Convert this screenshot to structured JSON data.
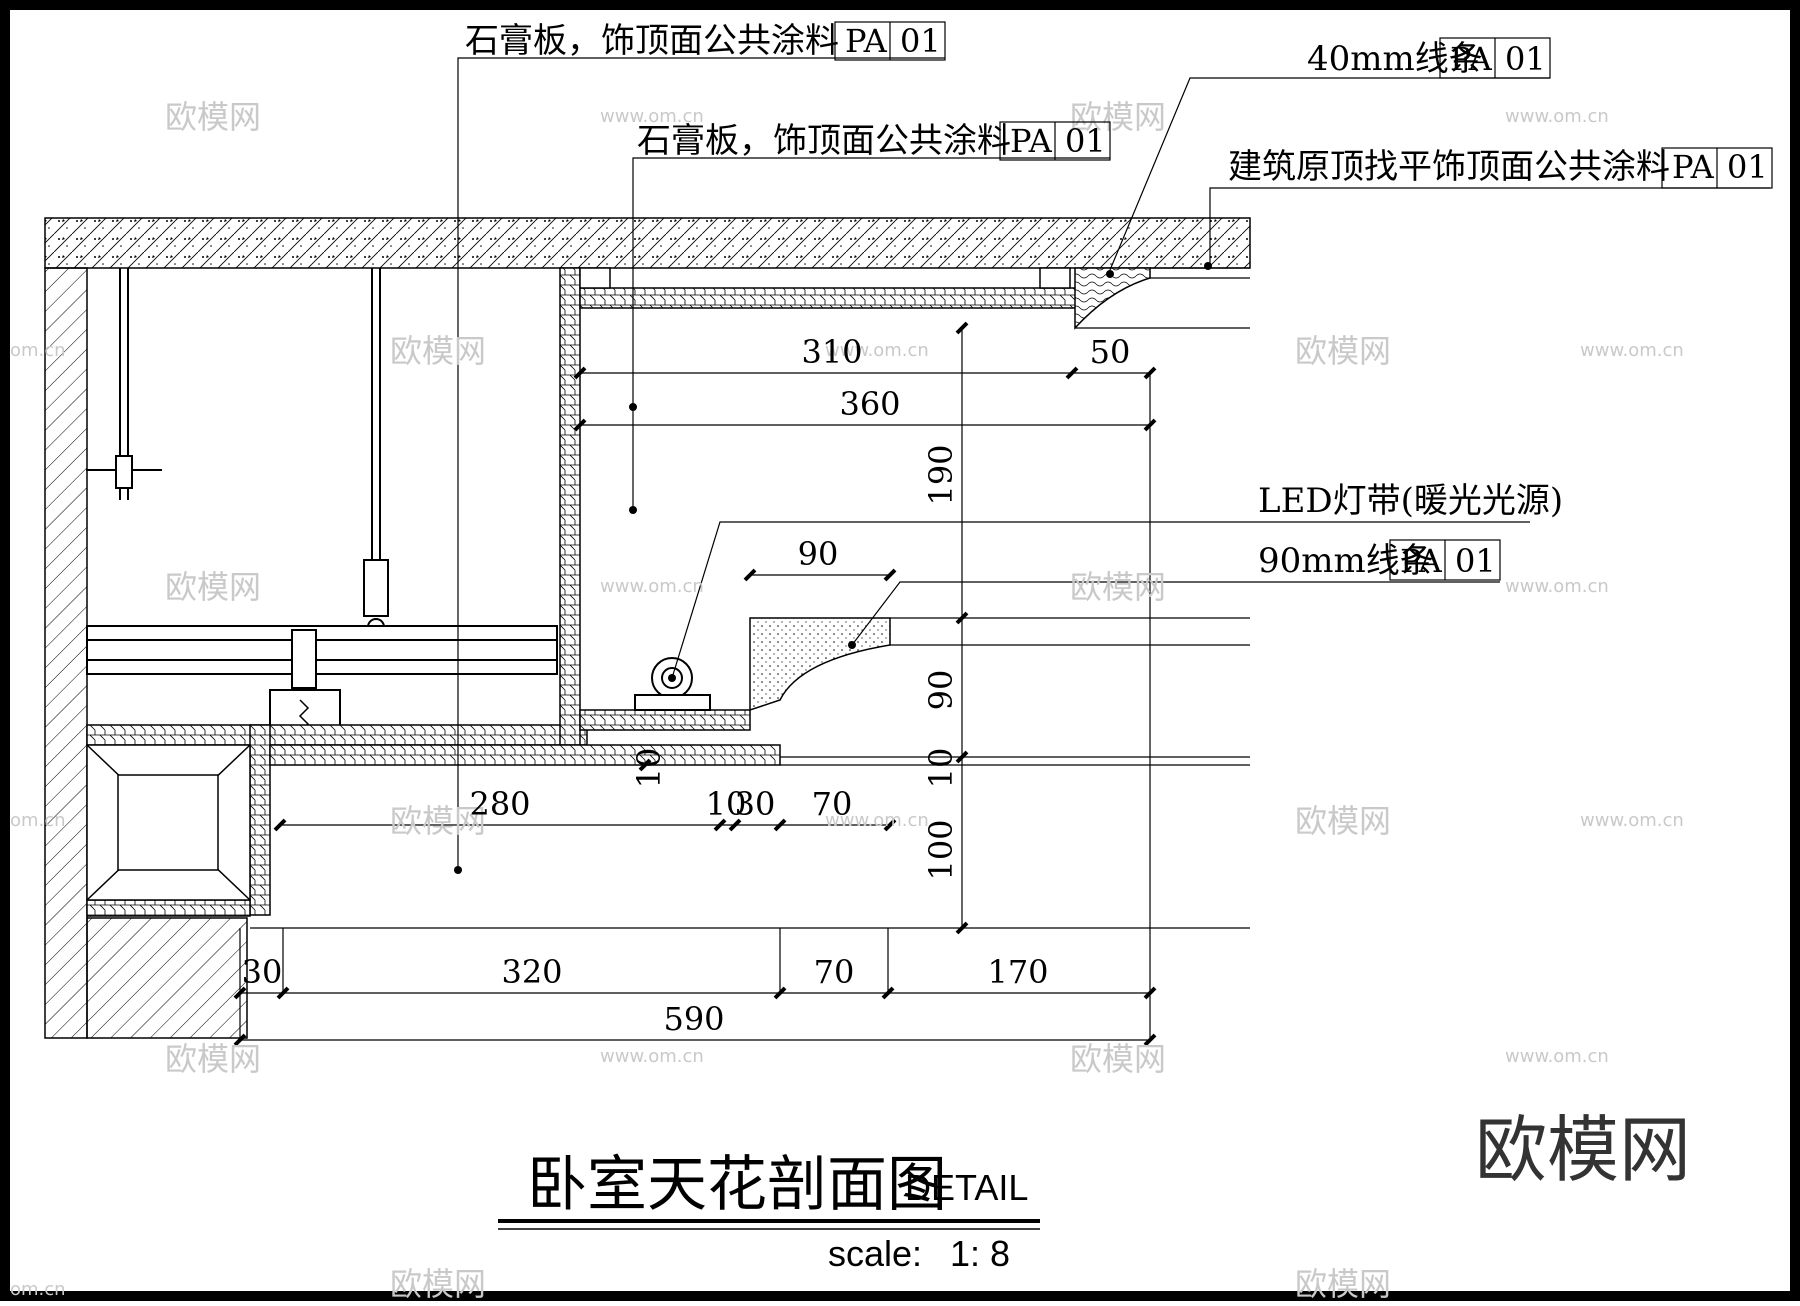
{
  "drawing": {
    "title": "卧室天花剖面图",
    "title_suffix": "DETAIL",
    "scale_label": "scale:",
    "scale_value": "1: 8"
  },
  "callouts": [
    {
      "text": "石膏板，饰顶面公共涂料",
      "code": "PA",
      "num": "01"
    },
    {
      "text": "石膏板，饰顶面公共涂料",
      "code": "PA",
      "num": "01"
    },
    {
      "text": "40mm线条",
      "code": "PA",
      "num": "01"
    },
    {
      "text": "建筑原顶找平饰顶面公共涂料",
      "code": "PA",
      "num": "01"
    },
    {
      "text": "LED灯带(暖光光源)"
    },
    {
      "text": "90mm线条",
      "code": "PA",
      "num": "01"
    }
  ],
  "dimensions": {
    "top": [
      "310",
      "50",
      "360"
    ],
    "vertical": [
      "190",
      "90",
      "10",
      "100"
    ],
    "inner": [
      "90",
      "280",
      "10",
      "30",
      "70",
      "10"
    ],
    "bottom": [
      "30",
      "320",
      "70",
      "170"
    ],
    "overall": "590"
  },
  "watermark": {
    "brand": "欧模网",
    "site": "www.om.cn",
    "partial": "om.cn"
  },
  "colors": {
    "line": "#000000",
    "watermark": "#c9c9c9",
    "brand": "#333333"
  }
}
